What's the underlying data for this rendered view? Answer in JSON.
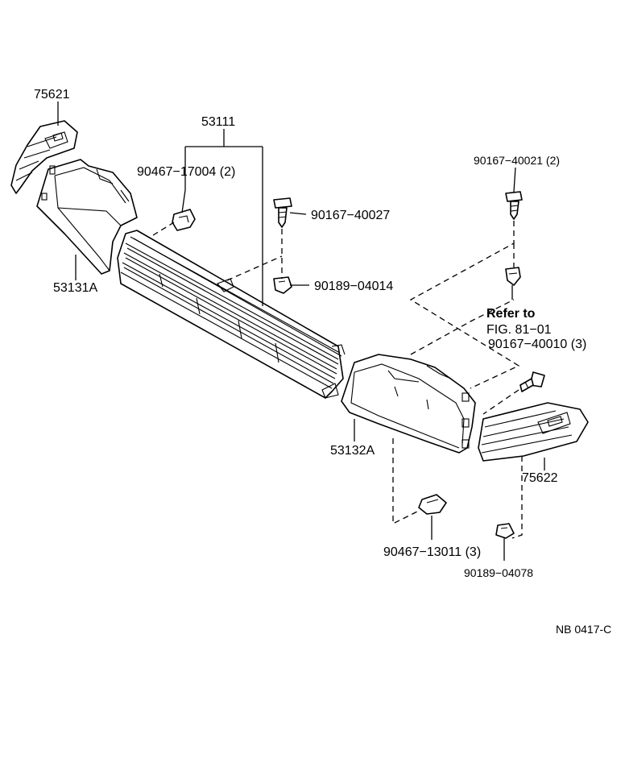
{
  "figure_code": "NB 0417-C",
  "parts": {
    "p75621": "75621",
    "p53111": "53111",
    "p90467_17004": "90467−17004 (2)",
    "p90167_40027": "90167−40027",
    "p53131A": "53131A",
    "p90189_04014": "90189−04014",
    "p90167_40021": "90167−40021 (2)",
    "refer_line1": "Refer to",
    "refer_line2": "FIG. 81−01",
    "p90167_40010": "90167−40010 (3)",
    "p53132A": "53132A",
    "p75622": "75622",
    "p90467_13011": "90467−13011 (3)",
    "p90189_04078": "90189−04078"
  },
  "icons": [
    "screw-icon",
    "clip-icon",
    "bracket-icon"
  ]
}
